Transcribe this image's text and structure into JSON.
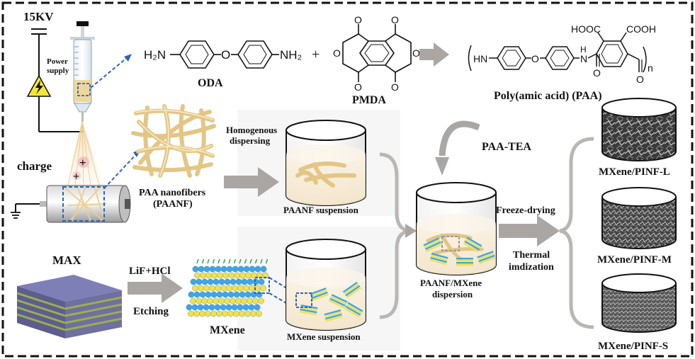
{
  "labels": {
    "voltage": "15KV",
    "power_supply_line1": "Power",
    "power_supply_line2": "supply",
    "charge": "charge",
    "plus": "+",
    "oda_formula_left": "H₂N",
    "oda_formula_right": "NH₂",
    "oda_oxygen": "O",
    "oda": "ODA",
    "plus_sign": "+",
    "pmda": "PMDA",
    "pmda_o": "O",
    "paa_hooc": "HOOC",
    "paa_cooh": "COOH",
    "paa_hn": "HN",
    "paa_o": "O",
    "paa_h": "H",
    "paa_n": "N",
    "paa_n_sub": "n",
    "paa_name": "Poly(amic acid) (PAA)",
    "paa_nanofibers_line1": "PAA nanofibers",
    "paa_nanofibers_line2": "(PAANF)",
    "homogenous_line1": "Homogenous",
    "homogenous_line2": "dispersing",
    "paanf_suspension": "PAANF suspension",
    "paa_tea": "PAA-TEA",
    "freeze_drying": "Freeze-drying",
    "thermal_line1": "Thermal",
    "thermal_line2": "imdization",
    "dispersion_line1": "PAANF/MXene",
    "dispersion_line2": "dispersion",
    "max": "MAX",
    "lif_hcl": "LiF+HCl",
    "etching": "Etching",
    "mxene": "MXene",
    "mxene_suspension": "MXene suspension",
    "pinf_l": "MXene/PINF-L",
    "pinf_m": "MXene/PINF-M",
    "pinf_s": "MXene/PINF-S"
  },
  "colors": {
    "fiber": "#e9cf8e",
    "arrow_gray": "#a9a6a4",
    "blue_dash": "#2f66b3",
    "max_top": "#7f7fb8",
    "max_layer": "#9cae4d",
    "mxene_blue": "#3ea6e6",
    "mxene_yellow": "#f1e24a",
    "warning": "#f4e53a"
  },
  "icons": [
    "lightning-warning-icon",
    "ground-icon",
    "capacitor-symbol"
  ]
}
